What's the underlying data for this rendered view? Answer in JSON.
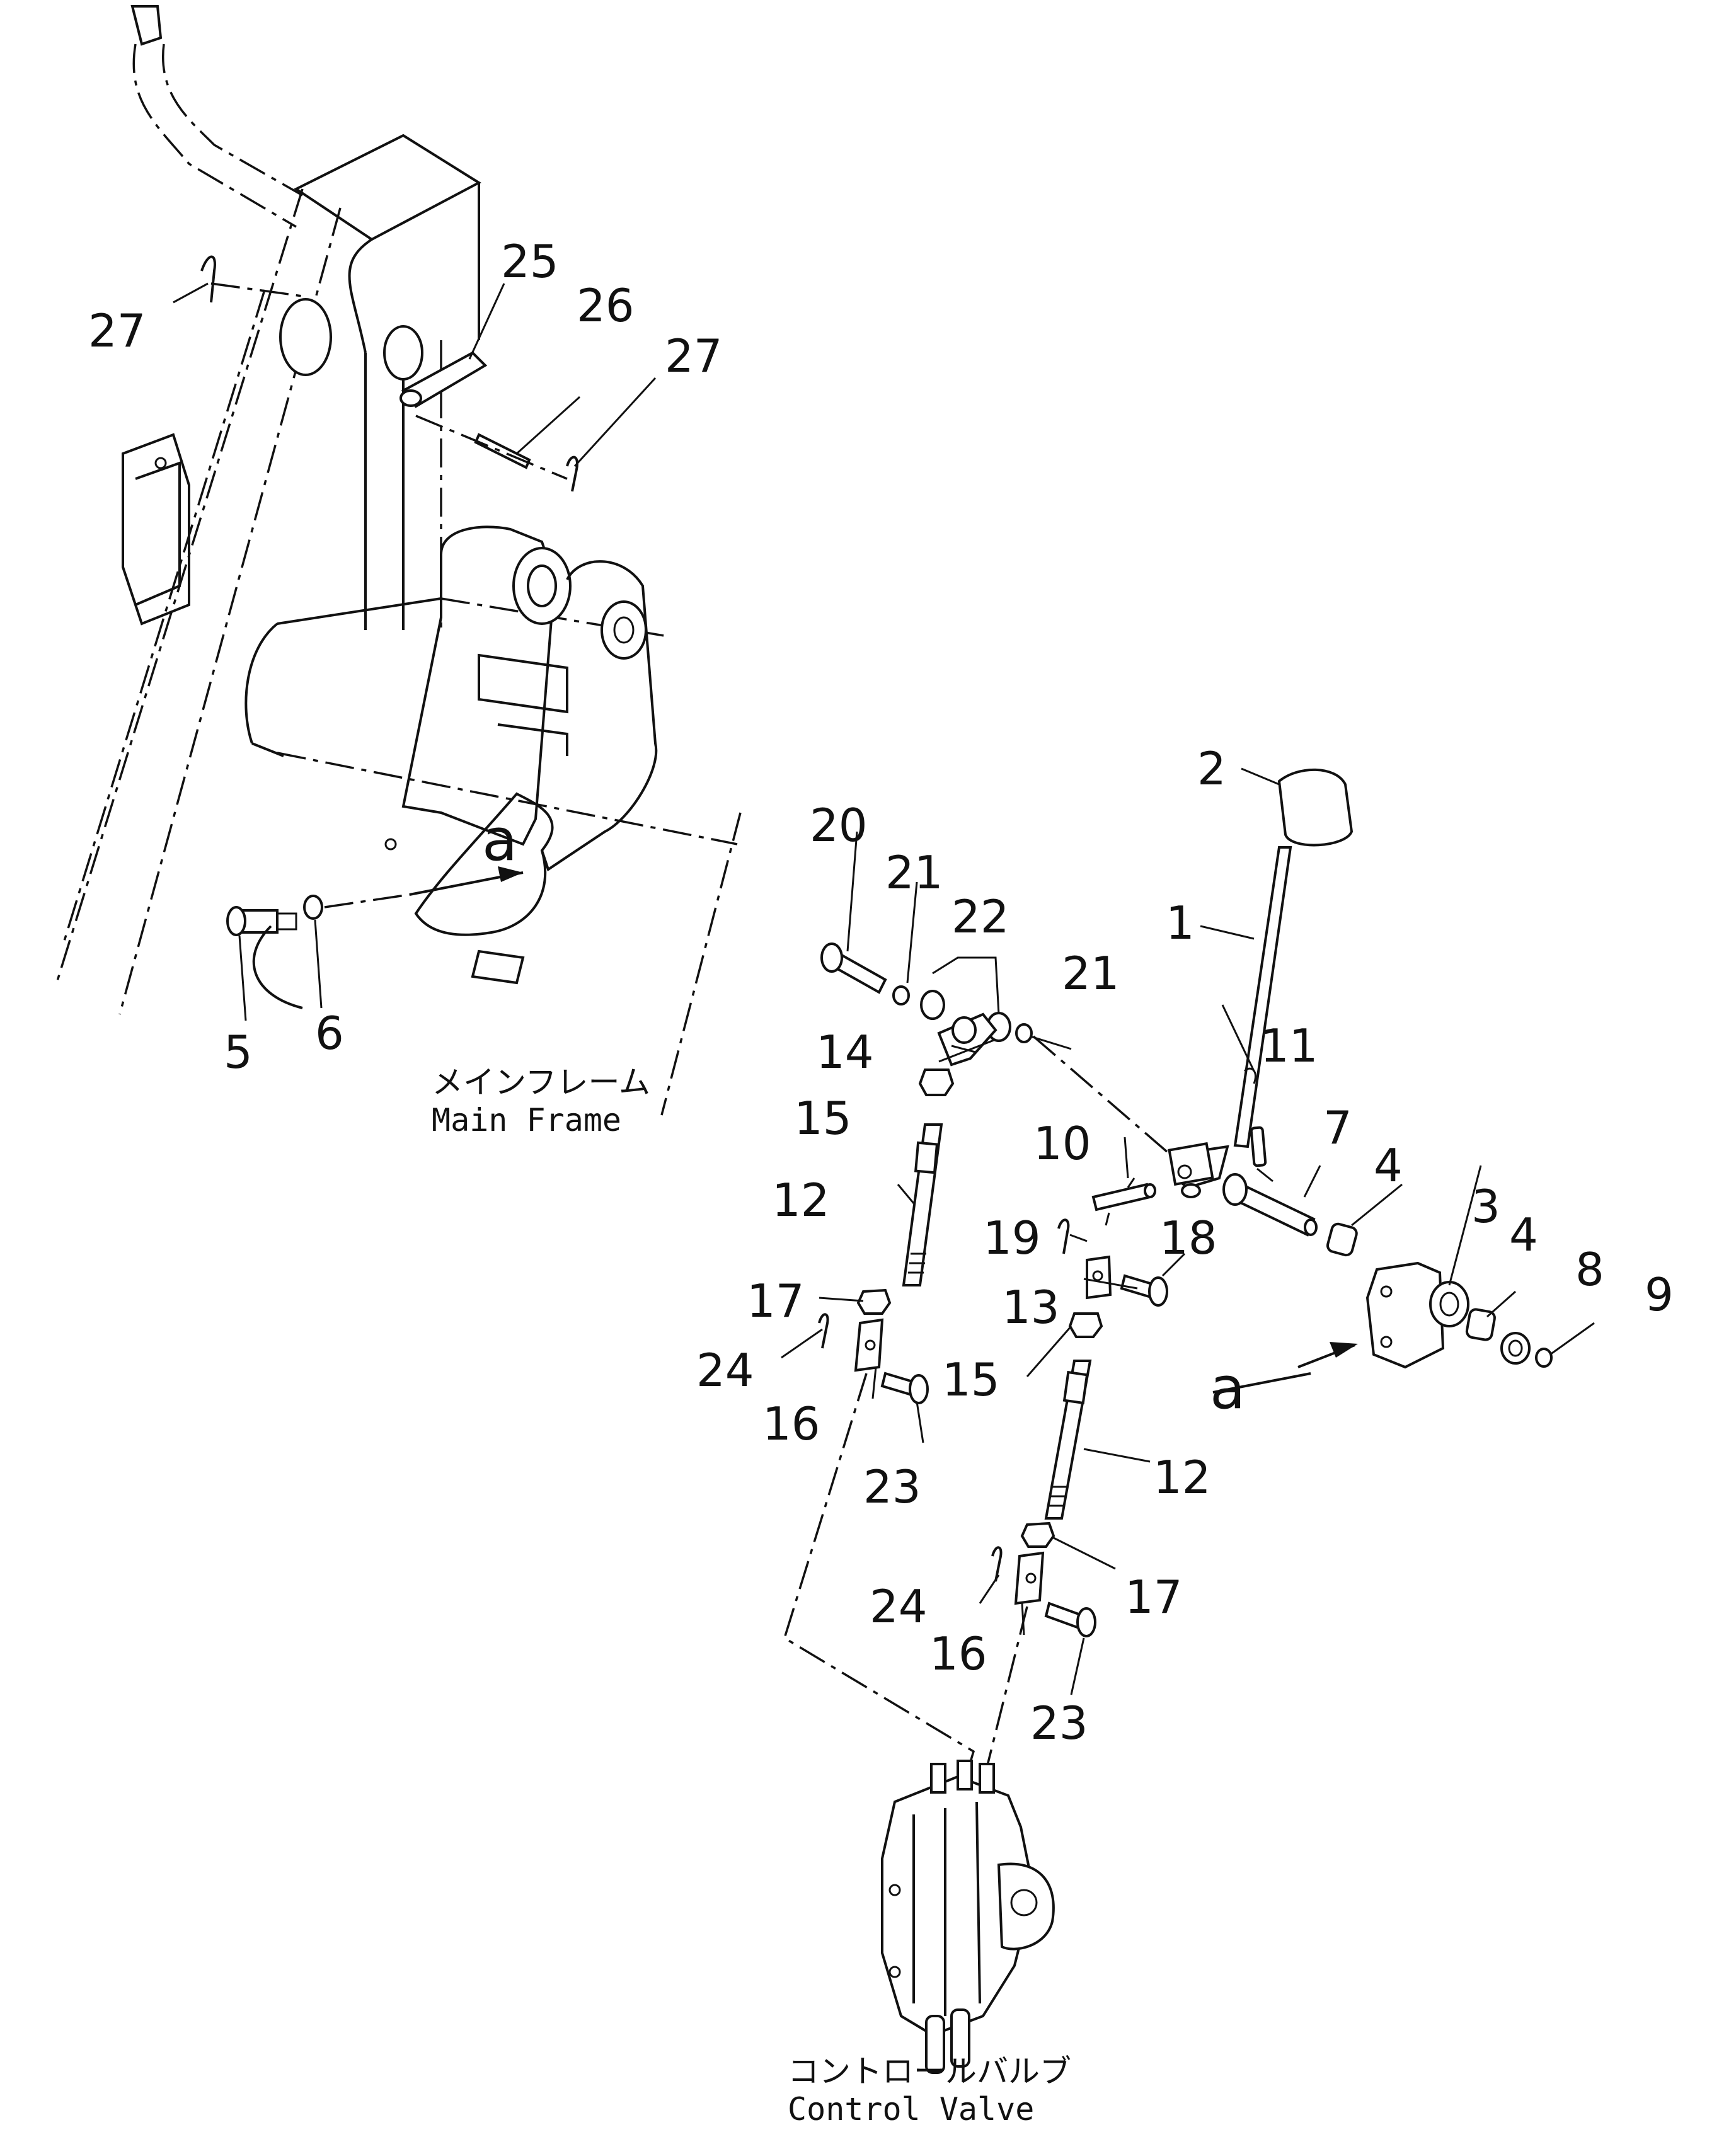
{
  "labels": {
    "p1": "1",
    "p2": "2",
    "p3": "3",
    "p4a": "4",
    "p4b": "4",
    "p5": "5",
    "p6": "6",
    "p7": "7",
    "p8": "8",
    "p9": "9",
    "p10": "10",
    "p11": "11",
    "p12a": "12",
    "p12b": "12",
    "p13": "13",
    "p14": "14",
    "p15a": "15",
    "p15b": "15",
    "p16a": "16",
    "p16b": "16",
    "p17a": "17",
    "p17b": "17",
    "p18": "18",
    "p19": "19",
    "p20": "20",
    "p21a": "21",
    "p21b": "21",
    "p22": "22",
    "p23a": "23",
    "p23b": "23",
    "p24a": "24",
    "p24b": "24",
    "p25": "25",
    "p26": "26",
    "p27a": "27",
    "p27b": "27",
    "ref_a1": "a",
    "ref_a2": "a"
  },
  "captions": {
    "main_frame_jp": "メインフレーム",
    "main_frame_en": "Main Frame",
    "control_valve_jp": "コントロールバルブ",
    "control_valve_en": "Control Valve"
  }
}
